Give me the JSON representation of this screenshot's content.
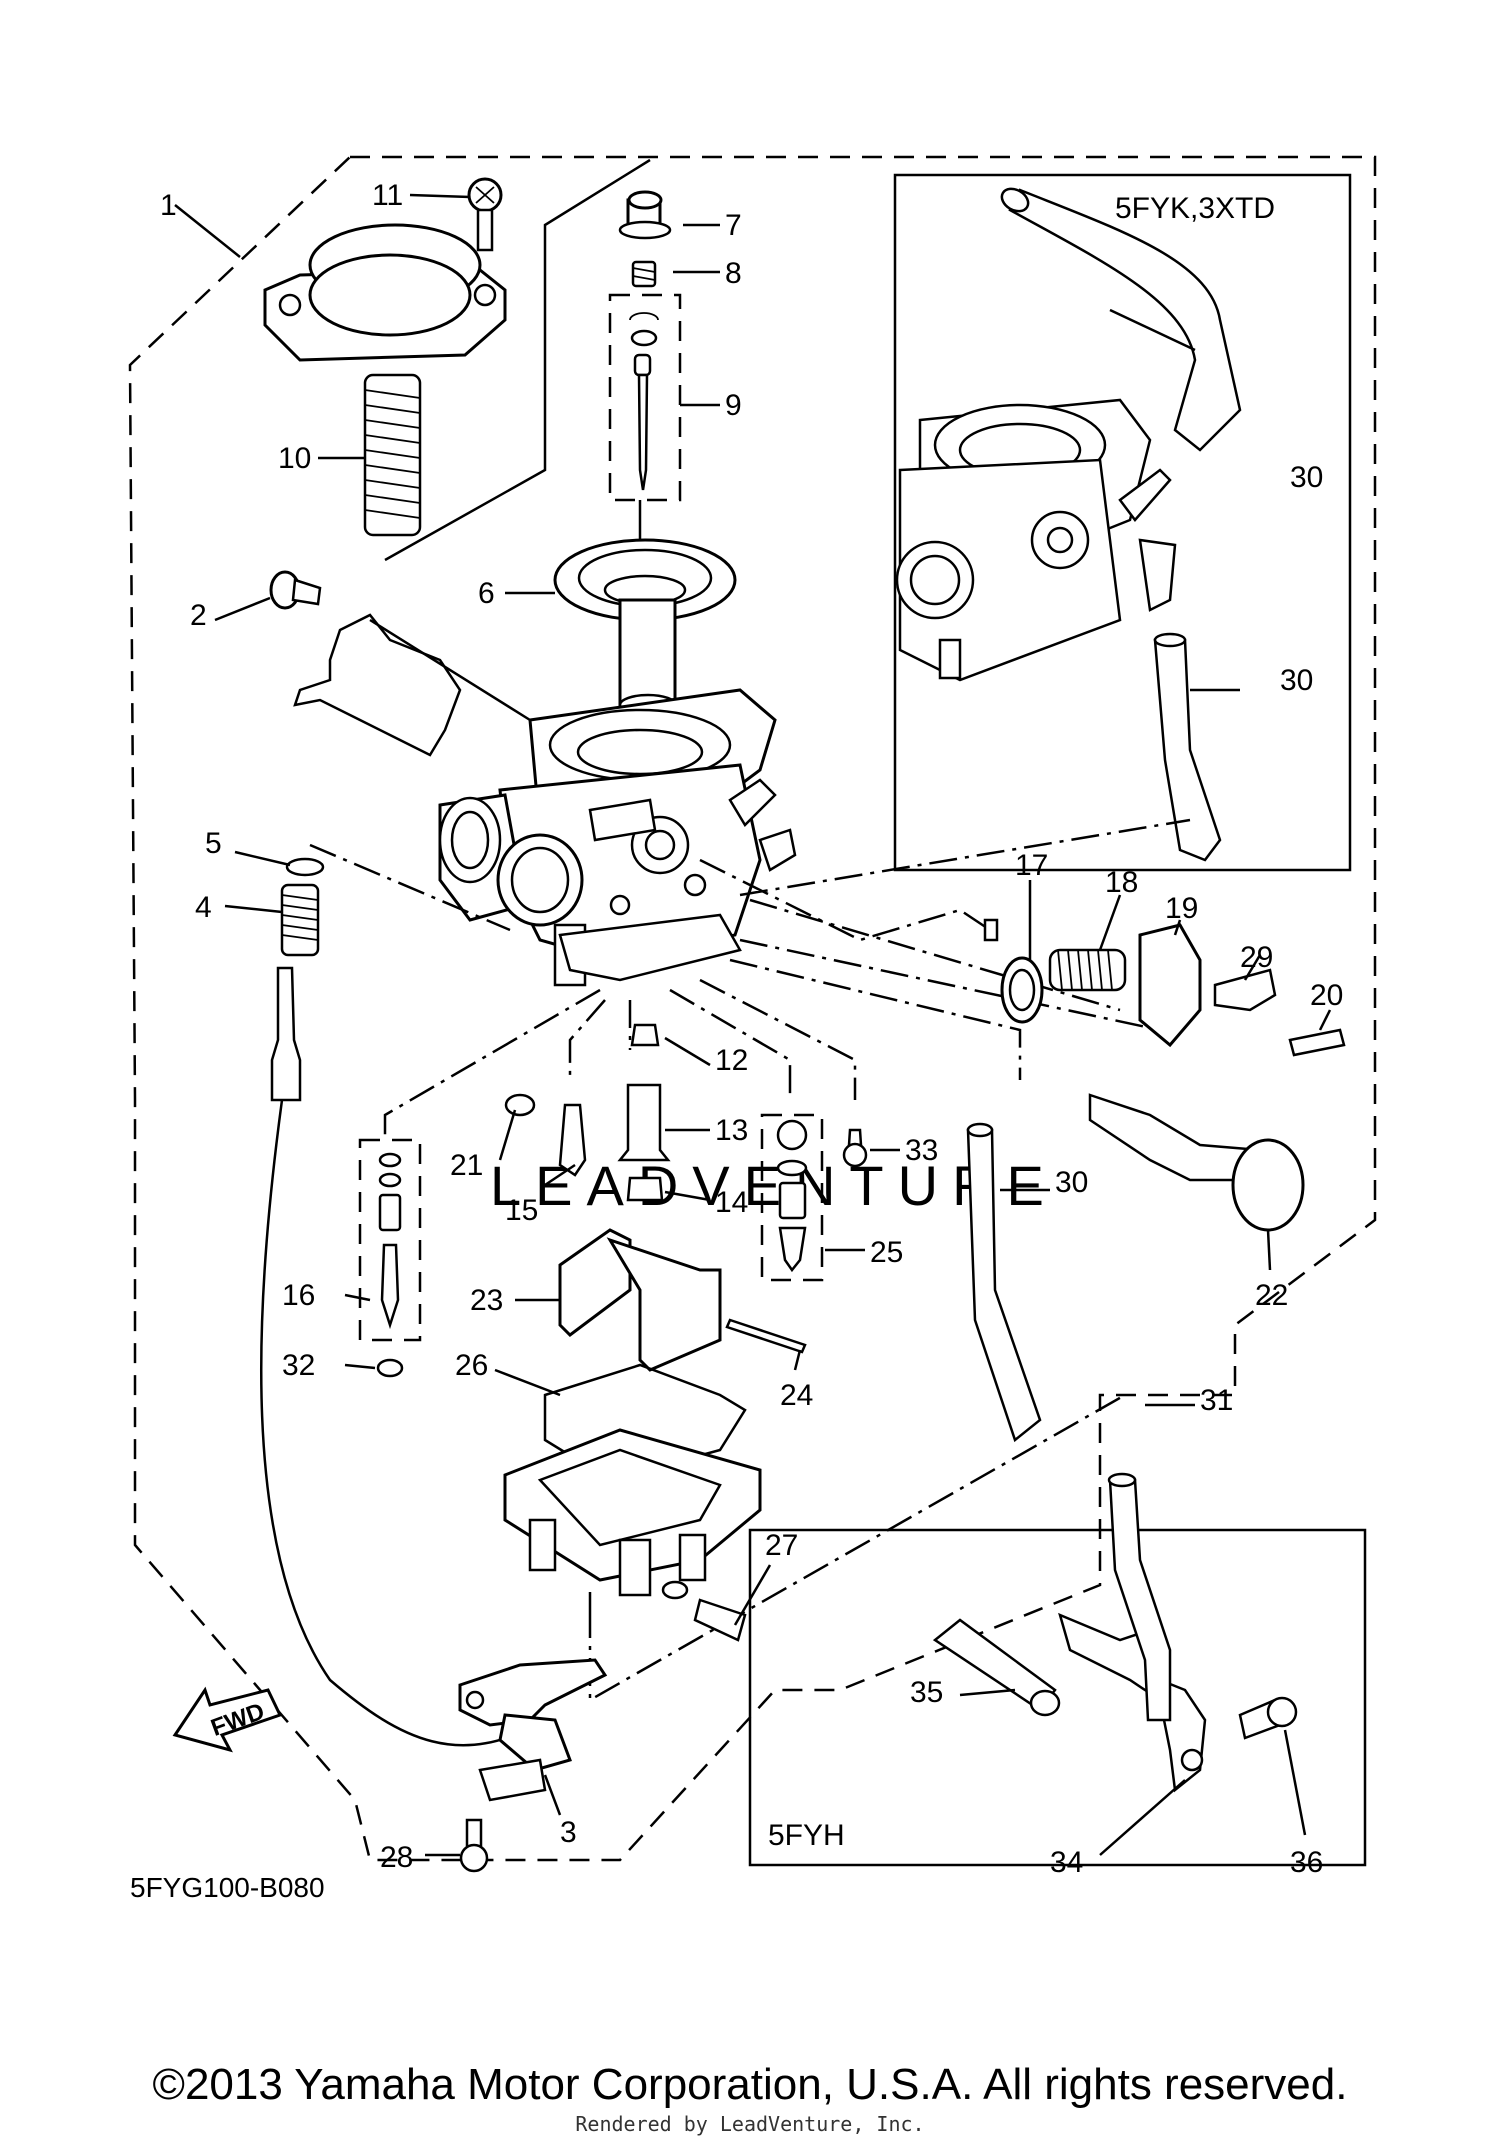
{
  "diagram": {
    "labels": {
      "p1": "1",
      "p2": "2",
      "p3": "3",
      "p4": "4",
      "p5": "5",
      "p6": "6",
      "p7": "7",
      "p8": "8",
      "p9": "9",
      "p10": "10",
      "p11": "11",
      "p12": "12",
      "p13": "13",
      "p14": "14",
      "p15": "15",
      "p16": "16",
      "p17": "17",
      "p18": "18",
      "p19": "19",
      "p20": "20",
      "p21": "21",
      "p22": "22",
      "p23": "23",
      "p24": "24",
      "p25": "25",
      "p26": "26",
      "p27": "27",
      "p28": "28",
      "p29": "29",
      "p30a": "30",
      "p30b": "30",
      "p30c": "30",
      "p31": "31",
      "p32": "32",
      "p33": "33",
      "p34": "34",
      "p35": "35",
      "p36": "36"
    },
    "inset_top_title": "5FYK,3XTD",
    "inset_bottom_title": "5FYH",
    "fwd_label": "FWD",
    "diagram_code": "5FYG100-B080",
    "watermark": "LEADVENTURE"
  },
  "footer": {
    "copyright": "©2013 Yamaha Motor Corporation, U.S.A. All rights reserved.",
    "rendered_by": "Rendered by LeadVenture, Inc."
  }
}
